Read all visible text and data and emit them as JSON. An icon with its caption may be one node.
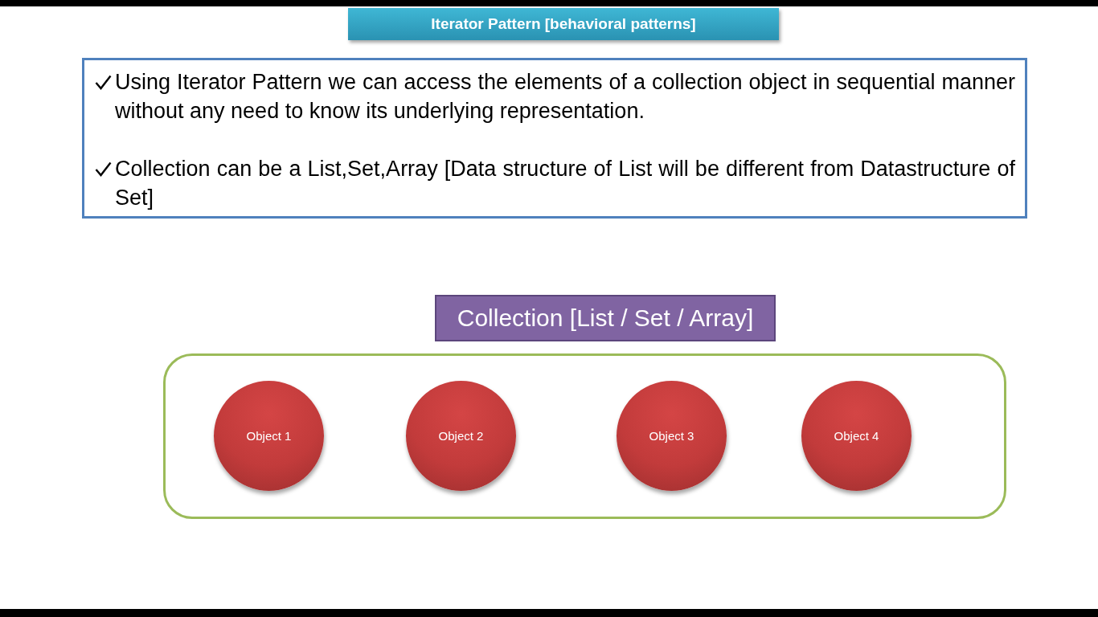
{
  "diagram": {
    "title": "Iterator Pattern [behavioral patterns]",
    "nodes": [
      {
        "text": [
          "Using Iterator Pattern we can access the elements of a collection object in sequential manner without any need to know its underlying representation.",
          "Collection can be a List,Set,Array [Data structure of List will be different from Datastructure of Set]"
        ]
      },
      {
        "text": [
          "Collection [List / Set / Array]"
        ]
      },
      {
        "text": [],
        "shape": "box"
      },
      {
        "text": [
          "Object 1"
        ],
        "in": 2
      },
      {
        "text": [
          "Object 2"
        ],
        "in": 2
      },
      {
        "text": [
          "Object 3"
        ],
        "in": 2
      },
      {
        "text": [
          "Object 4"
        ],
        "in": 2
      }
    ]
  }
}
